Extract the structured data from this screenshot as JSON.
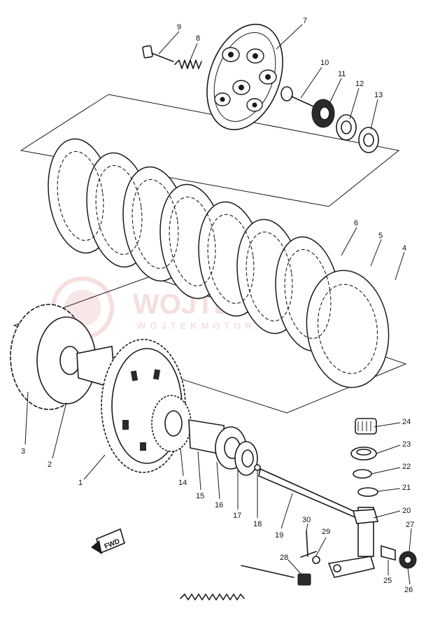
{
  "watermark": {
    "brand": "WOJTEKMOTOR",
    "sub": "WOJTEKMOTOR.PL",
    "color": "#e06060"
  },
  "direction_label": "FWD",
  "callouts": [
    "1",
    "2",
    "3",
    "4",
    "5",
    "6",
    "7",
    "8",
    "9",
    "10",
    "11",
    "12",
    "13",
    "14",
    "15",
    "16",
    "17",
    "18",
    "19",
    "20",
    "21",
    "22",
    "23",
    "24",
    "25",
    "26",
    "27",
    "28",
    "29",
    "30"
  ]
}
